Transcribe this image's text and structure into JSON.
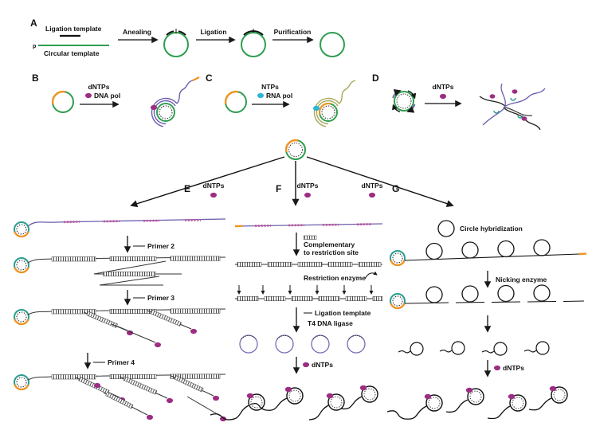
{
  "figure": {
    "background": "#ffffff"
  },
  "colors": {
    "template_green": "#2f9e50",
    "hybrid_teal": "#2a9d8f",
    "primer_orange": "#f5921e",
    "product_purple": "#6b5fae",
    "dna_pol_magenta": "#9c2d83",
    "rna_pol_cyan": "#2bb5d8",
    "rna_product_olive": "#a8a85a",
    "dash_magenta": "#c0549c",
    "ink_black": "#1a1a1a"
  },
  "panels": {
    "a": {
      "letter": "A",
      "ligation_template": "Ligation template",
      "circular_template": "Circular template",
      "phosphate": "p",
      "step_annealing": "Anealing",
      "step_ligation": "Ligation",
      "step_purification": "Purification"
    },
    "b": {
      "letter": "B",
      "dntps": "dNTPs",
      "enzyme": "DNA pol"
    },
    "c": {
      "letter": "C",
      "ntps": "NTPs",
      "enzyme": "RNA pol"
    },
    "d": {
      "letter": "D",
      "dntps": "dNTPs"
    },
    "e": {
      "letter": "E",
      "dntps": "dNTPs",
      "primer2": "Primer 2",
      "primer3": "Primer 3",
      "primer4": "Primer 4"
    },
    "f": {
      "letter": "F",
      "dntps": "dNTPs",
      "complementary_line1": "Complementary",
      "complementary_line2": "to restriction site",
      "restriction_enzyme": "Restriction enzyme",
      "ligation_template": "Ligation template",
      "t4_ligase": "T4 DNA ligase",
      "dntps2": "dNTPs"
    },
    "g": {
      "letter": "G",
      "dntps": "dNTPs",
      "circle_hybridization": "Circle hybridization",
      "nicking_enzyme": "Nicking enzyme",
      "dntps2": "dNTPs"
    }
  }
}
